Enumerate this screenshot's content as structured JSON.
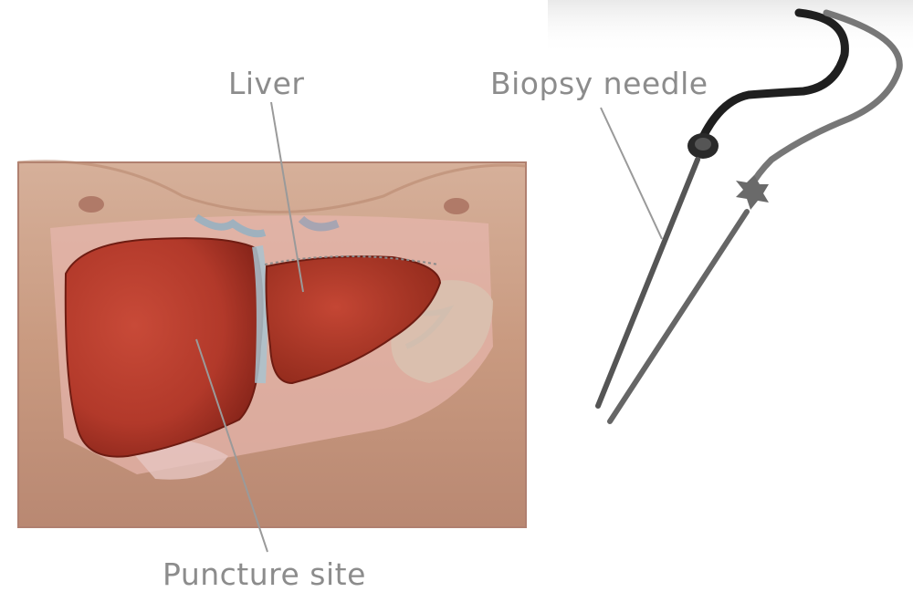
{
  "labels": {
    "liver": "Liver",
    "biopsy_needle": "Biopsy needle",
    "puncture_site": "Puncture site"
  },
  "colors": {
    "skin": "#c99a80",
    "liver": "#b2392a",
    "liver_dark": "#7e2016",
    "label_text": "#8c8c8c",
    "leader_line": "#9a9a9a",
    "needle": "#555555",
    "cable": "#222222"
  }
}
